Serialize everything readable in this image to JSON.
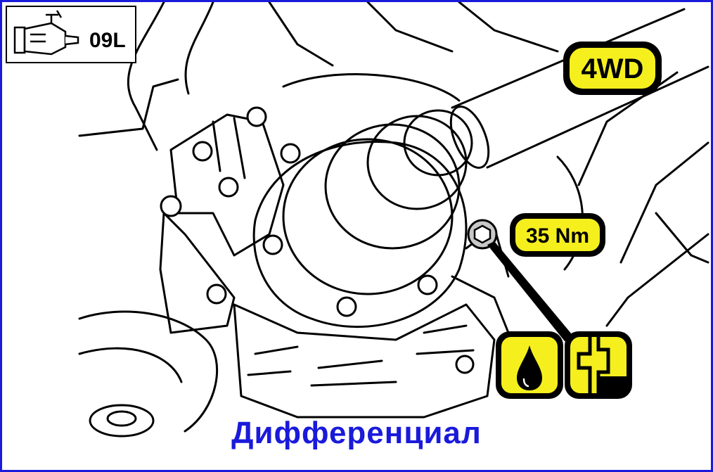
{
  "gearbox_code": "09L",
  "drive_type": "4WD",
  "torque": "35 Nm",
  "caption": "Дифференциал",
  "colors": {
    "frame_border": "#1a1adb",
    "caption": "#1a1adb",
    "badge_fill": "#f5ef1e",
    "line": "#000000"
  },
  "icons": [
    "gearbox-icon",
    "oil-drop-icon",
    "fill-level-icon",
    "hex-bolt-icon"
  ]
}
